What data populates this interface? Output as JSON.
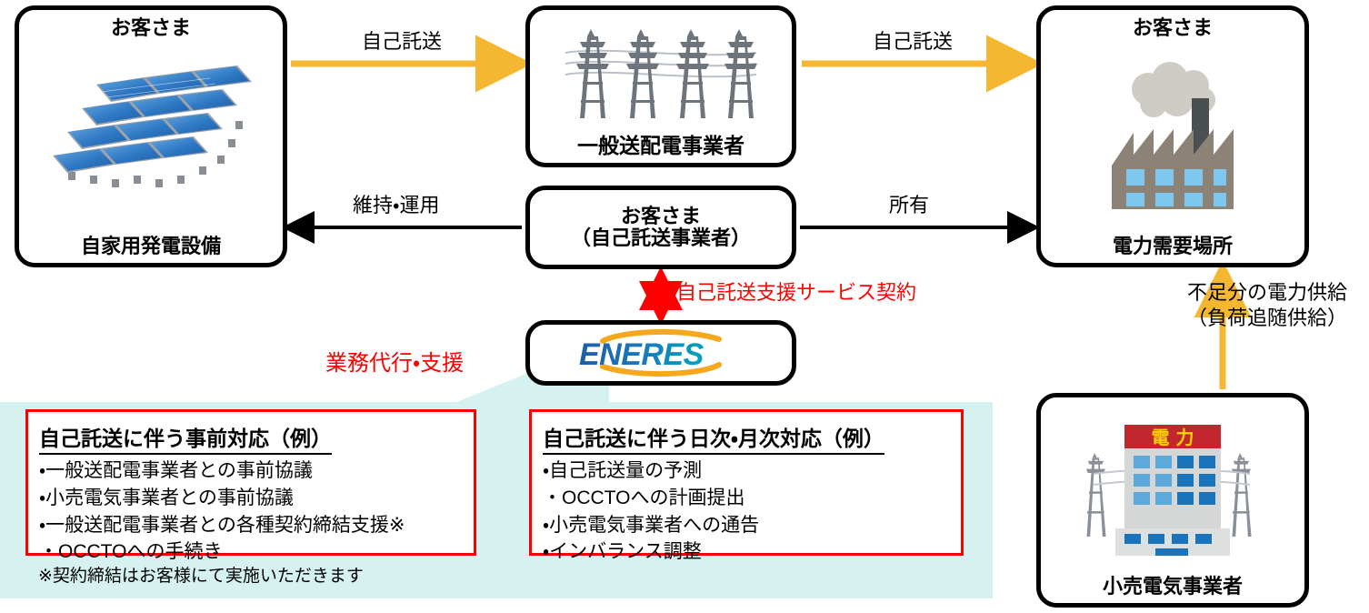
{
  "colors": {
    "gold": "#F5B731",
    "red": "#FF0000",
    "black": "#000000",
    "cyan_band": "#D6F2F0",
    "logo_blue": "#1B75BB",
    "logo_teal": "#0098B3",
    "logo_gold": "#F5A81C",
    "panel_blue": "#2E78C4",
    "tower_gray": "#6E747C",
    "factory_gray": "#8C8275",
    "window_blue": "#7EC8F0",
    "sign_red": "#C1272D",
    "sign_yellow": "#FFD100"
  },
  "nodes": {
    "solar": {
      "title": "お客さま",
      "caption": "自家用発電設備",
      "icon": "solar-panel-array-icon"
    },
    "tso": {
      "caption": "一般送配電事業者",
      "icon": "transmission-towers-icon"
    },
    "factory": {
      "title": "お客さま",
      "caption": "電力需要場所",
      "icon": "factory-smokestack-icon"
    },
    "customer": {
      "line1": "お客さま",
      "line2": "（自己託送事業者）"
    },
    "eneres": {
      "logo_text": "ENERES",
      "icon": "eneres-logo-icon"
    },
    "retailer": {
      "caption": "小売電気事業者",
      "icon": "power-company-building-icon",
      "sign_text": "電 力"
    }
  },
  "arrows": {
    "solar_to_tso": "自己託送",
    "tso_to_factory": "自己託送",
    "customer_to_solar": "維持・運用",
    "customer_to_factory": "所有",
    "customer_to_eneres": "自己託送支援サービス契約",
    "retailer_to_factory": "不足分の電力供給\n（負荷追随供給）",
    "eneres_support": "業務代行・支援"
  },
  "panels": {
    "pre": {
      "title": "自己託送に伴う事前対応（例）",
      "items": [
        "一般送配電事業者との事前協議",
        "小売電気事業者との事前協議",
        "一般送配電事業者との各種契約締結支援※",
        "OCCTOへの手続き"
      ]
    },
    "daily": {
      "title": "自己託送に伴う日次・月次対応（例）",
      "items": [
        "自己託送量の予測",
        "OCCTOへの計画提出",
        "小売電気事業者への通告",
        "インバランス調整"
      ]
    },
    "footnote": "※契約締結はお客様にて実施いただきます"
  }
}
